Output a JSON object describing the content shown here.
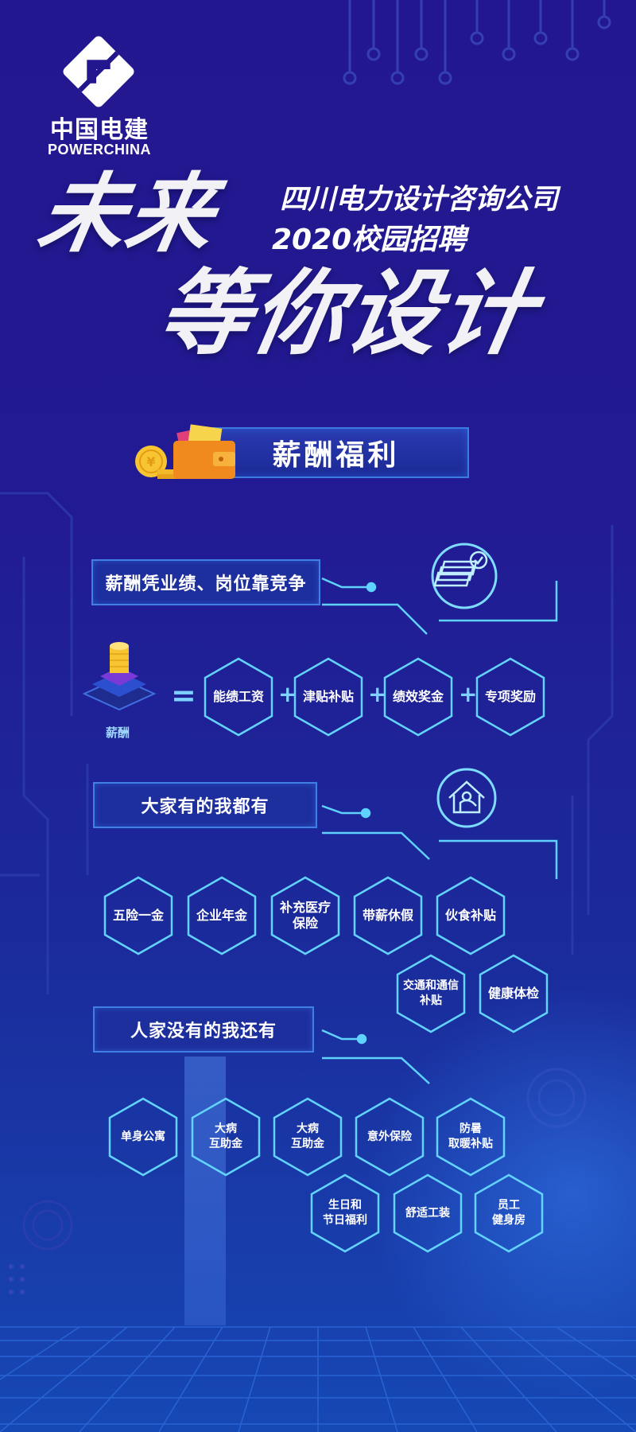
{
  "brand": {
    "name_cn": "中国电建",
    "name_en": "POWERCHINA"
  },
  "hero": {
    "line1": "未来",
    "line2": "等你设计",
    "company": "四川电力设计咨询公司",
    "campaign": "2020校园招聘"
  },
  "section_title": "薪酬福利",
  "group1": {
    "title": "薪酬凭业绩、岗位靠竞争",
    "base_label": "薪酬",
    "equals": "=",
    "plus": "+",
    "items": [
      "能绩工资",
      "津贴补贴",
      "绩效奖金",
      "专项奖励"
    ]
  },
  "group2": {
    "title": "大家有的我都有",
    "items": [
      "五险一金",
      "企业年金",
      "补充医疗\n保险",
      "带薪休假",
      "伙食补贴",
      "交通和通信\n补贴",
      "健康体检"
    ]
  },
  "group3": {
    "title": "人家没有的我还有",
    "items": [
      "单身公寓",
      "大病\n互助金",
      "大病\n互助金",
      "意外保险",
      "防暑\n取暖补贴",
      "生日和\n节日福利",
      "舒适工装",
      "员工\n健身房"
    ]
  },
  "colors": {
    "bg_top": "#23178f",
    "bg_bottom": "#1648b4",
    "accent": "#5fd2ff",
    "hex_stroke": "#62d4ff"
  },
  "icons": {
    "logo": "powerchina-logo-icon",
    "wallet": "wallet-coins-icon",
    "money": "money-stack-check-icon",
    "house": "house-hand-icon",
    "coin_stack": "coin-stack-icon"
  }
}
